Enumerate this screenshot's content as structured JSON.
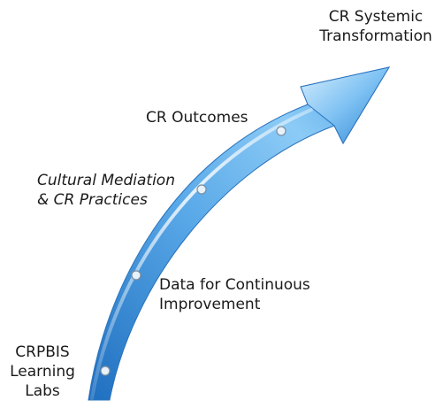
{
  "diagram": {
    "arrow_colors": {
      "light": "#cfe8fb",
      "mid": "#6ab8f0",
      "dark": "#1f6fc0"
    },
    "milestones": [
      {
        "id": "learning-labs",
        "lines": [
          "CRPBIS",
          "Learning",
          "Labs"
        ]
      },
      {
        "id": "data",
        "lines": [
          "Data for Continuous",
          "Improvement"
        ]
      },
      {
        "id": "cultural-mediation",
        "lines": [
          "Cultural Mediation",
          "& CR Practices"
        ]
      },
      {
        "id": "outcomes",
        "lines": [
          "CR Outcomes"
        ]
      },
      {
        "id": "systemic",
        "lines": [
          "CR Systemic",
          "Transformation"
        ]
      }
    ]
  }
}
